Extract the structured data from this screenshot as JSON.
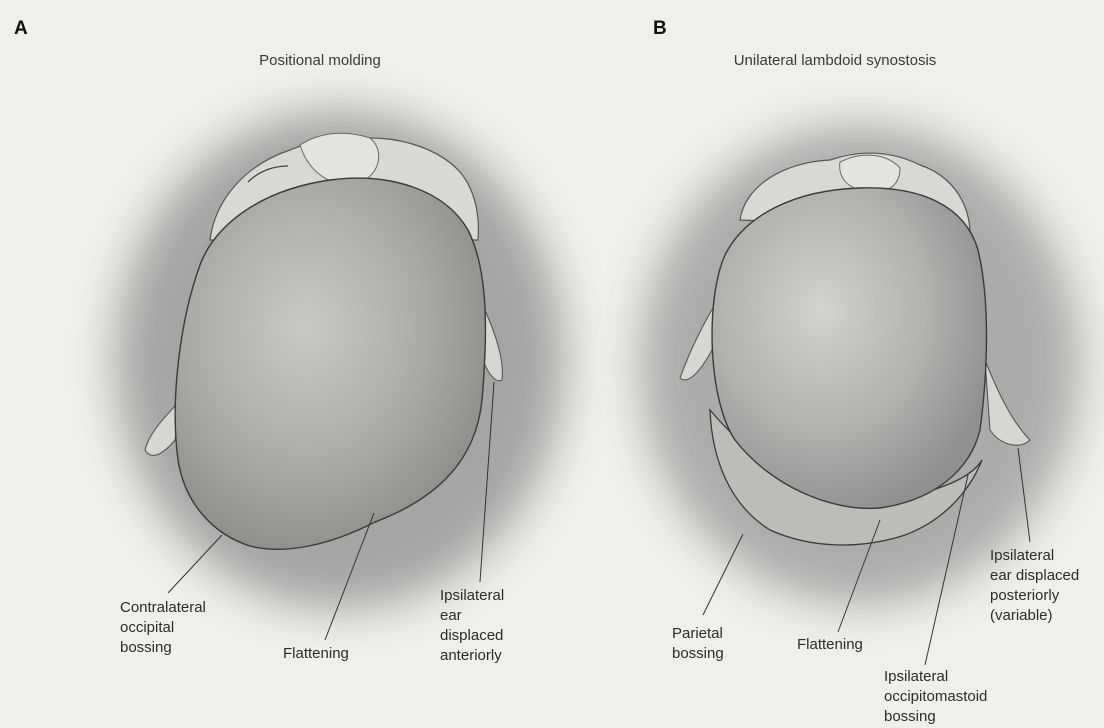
{
  "panels": [
    {
      "letter": "A",
      "title": "Positional molding",
      "labels": {
        "contralateral_bossing": "Contralateral\noccipital\nbossing",
        "flattening": "Flattening",
        "ear": "Ipsilateral\near\ndisplaced\nanteriorly"
      }
    },
    {
      "letter": "B",
      "title": "Unilateral lambdoid synostosis",
      "labels": {
        "parietal_bossing": "Parietal\nbossing",
        "flattening": "Flattening",
        "occipitomastoid": "Ipsilateral\noccipitomastoid\nbossing",
        "ear": "Ipsilateral\near displaced\nposteriorly\n(variable)"
      }
    }
  ]
}
